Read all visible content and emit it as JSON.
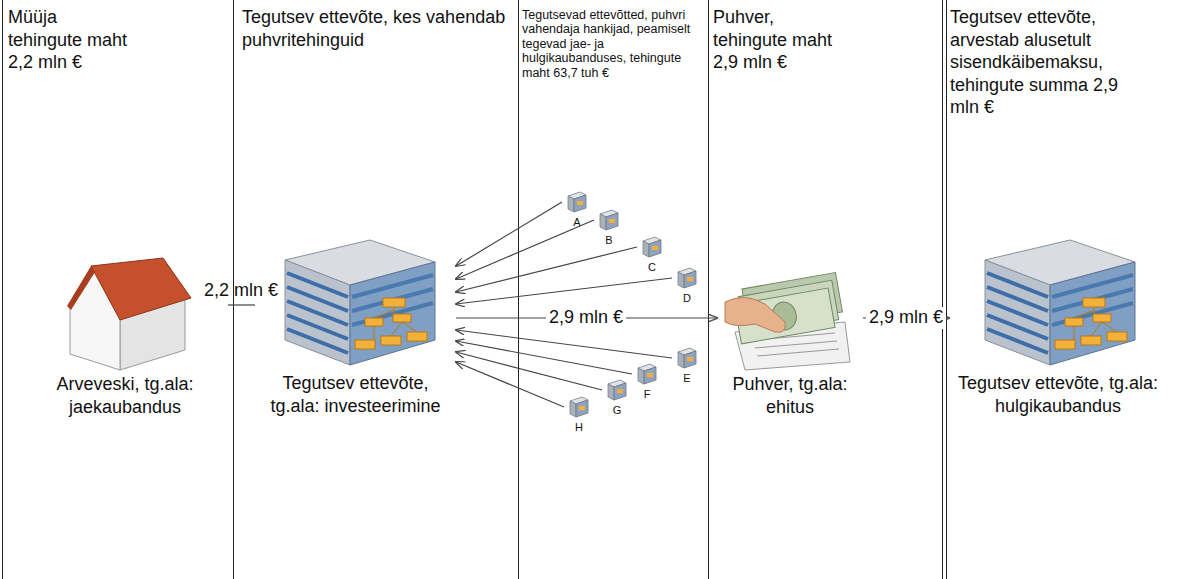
{
  "diagram": {
    "nodes": [
      {
        "text": [
          "Arveveski, tg.ala: jaekaubandus"
        ]
      },
      {
        "text": [
          "Tegutsev ettevõte, tg.ala: investeerimine"
        ]
      },
      {
        "text": [
          "A"
        ]
      },
      {
        "text": [
          "B"
        ]
      },
      {
        "text": [
          "C"
        ]
      },
      {
        "text": [
          "D"
        ]
      },
      {
        "text": [
          "E"
        ]
      },
      {
        "text": [
          "F"
        ]
      },
      {
        "text": [
          "G"
        ]
      },
      {
        "text": [
          "H"
        ]
      },
      {
        "text": [
          "Puhver, tg.ala: ehitus"
        ]
      },
      {
        "text": [
          "Tegutsev ettevõte, tg.ala: hulgikaubandus"
        ]
      }
    ],
    "edges": [
      {
        "from": 0,
        "to": 1,
        "label": "2,2 mln €",
        "arrow": "none"
      },
      {
        "from": 2,
        "to": 1,
        "arrow": "to"
      },
      {
        "from": 3,
        "to": 1,
        "arrow": "to"
      },
      {
        "from": 4,
        "to": 1,
        "arrow": "to"
      },
      {
        "from": 5,
        "to": 1,
        "arrow": "to"
      },
      {
        "from": 6,
        "to": 1,
        "arrow": "to"
      },
      {
        "from": 7,
        "to": 1,
        "arrow": "to"
      },
      {
        "from": 8,
        "to": 1,
        "arrow": "to"
      },
      {
        "from": 9,
        "to": 1,
        "arrow": "to"
      },
      {
        "from": 1,
        "to": 10,
        "label": "2,9 mln €",
        "arrow": "to"
      },
      {
        "from": 10,
        "to": 11,
        "label": "2,9 mln €",
        "arrow": "to"
      }
    ],
    "labels": [
      "Müüja tehingute maht 2,2 mln €",
      "Tegutsev ettevõte, kes vahendab puhvritehinguid",
      "Tegutsevad ettevõtted, puhvri vahendaja hankijad, peamiselt tegevad jae- ja hulgikaubanduses, tehingute maht 63,7 tuh €",
      "Puhver, tehingute maht 2,9 mln €",
      "Tegutsev ettevõte, arvestab alusetult sisendkäibemaksu, tehingute summa 2,9 mln €"
    ]
  }
}
